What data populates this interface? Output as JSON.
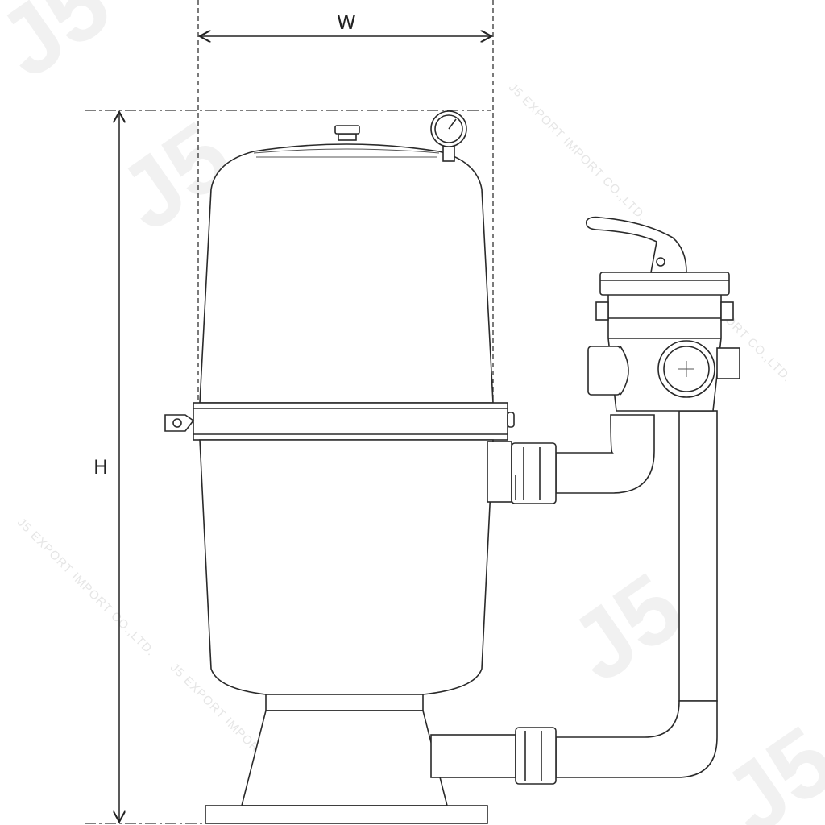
{
  "dimensions": {
    "width_label": "W",
    "height_label": "H"
  },
  "watermark": {
    "logo": "J5",
    "text": "J5 EXPORT IMPORT CO.,LTD."
  }
}
